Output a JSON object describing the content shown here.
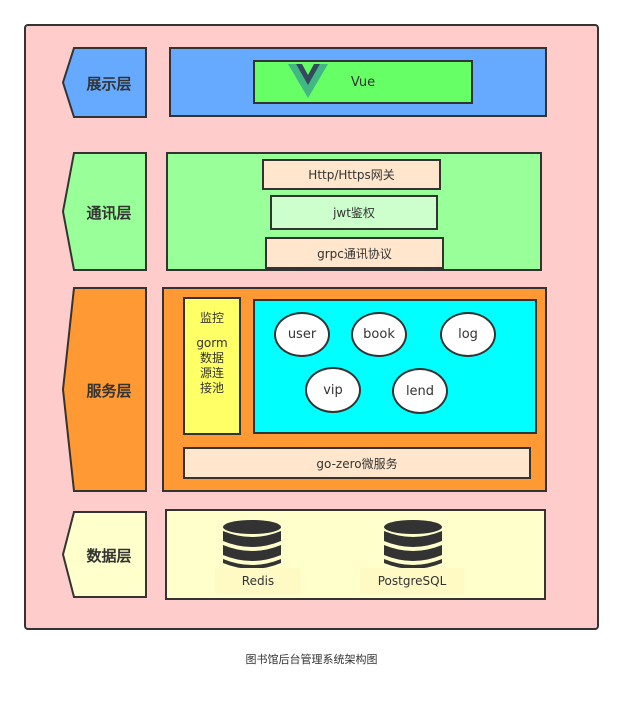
{
  "layers": {
    "presentation": {
      "label": "展示层",
      "fill": "#66aaff"
    },
    "communication": {
      "label": "通讯层",
      "fill": "#99ff99"
    },
    "service": {
      "label": "服务层",
      "fill": "#ff9933"
    },
    "data": {
      "label": "数据层",
      "fill": "#ffffcc"
    }
  },
  "presentation": {
    "vue_label": "Vue",
    "vue_fill": "#66ff66"
  },
  "communication": {
    "gateway": "Http/Https网关",
    "jwt": "jwt鉴权",
    "grpc": "grpc通讯协议"
  },
  "service": {
    "side_panel": [
      "监控",
      "gorm",
      "数据",
      "源连",
      "接池"
    ],
    "side_fill": "#ffff66",
    "micro_fill": "#00ffff",
    "microservices": [
      "user",
      "book",
      "log",
      "vip",
      "lend"
    ],
    "framework": "go-zero微服务"
  },
  "data": {
    "stores": [
      "Redis",
      "PostgreSQL"
    ],
    "icon": "database-icon"
  },
  "colors": {
    "background": "#ffcccc",
    "box_peach": "#ffe6cc",
    "box_light_green": "#ccffcc"
  },
  "caption": "图书馆后台管理系统架构图"
}
